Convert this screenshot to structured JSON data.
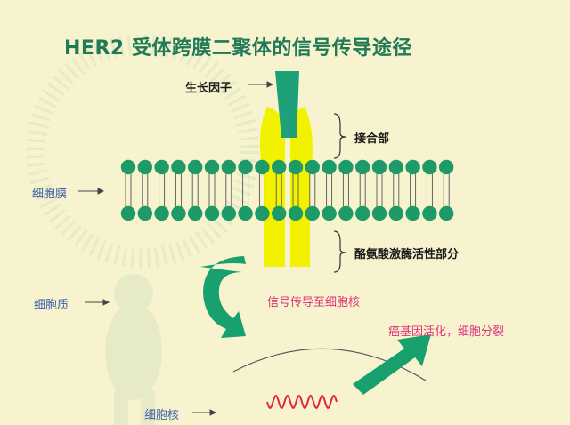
{
  "title": "HER2 受体跨膜二聚体的信号传导途径",
  "labels": {
    "growth_factor": "生长因子",
    "binding_site": "接合部",
    "cell_membrane": "细胞膜",
    "tyrosine_kinase": "酪氨酸激酶活性部分",
    "cytoplasm": "细胞质",
    "signal": "信号传导至细胞核",
    "oncogene": "癌基因活化，细胞分裂",
    "nucleus": "细胞核"
  },
  "colors": {
    "title": "#1f7a55",
    "receptor": "#f2f200",
    "lipid_head": "#1e9a68",
    "arrow": "#18a06e",
    "dna": "#e0283c",
    "blue_label": "#3a5fa8",
    "pink_label": "#e0307a"
  }
}
